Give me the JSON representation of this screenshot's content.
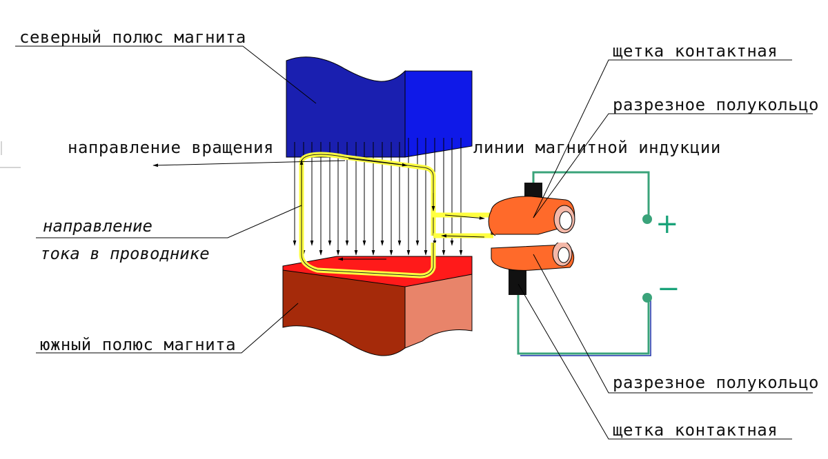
{
  "labels": {
    "north_pole": "северный полюс магнита",
    "rotation_direction": "направление вращения",
    "current_direction_line1": "направление",
    "current_direction_line2": "тока в проводнике",
    "south_pole": "южный полюс магнита",
    "brush_top": "щетка контактная",
    "split_ring_top": "разрезное полукольцо",
    "induction_lines": "линии магнитной индукции",
    "split_ring_bottom": "разрезное полукольцо",
    "brush_bottom": "щетка контактная"
  },
  "terminals": {
    "plus": "+",
    "minus": "−"
  },
  "colors": {
    "north_front": "#1a1fb0",
    "north_side": "#0f19e8",
    "south_top": "#ff1a1a",
    "south_front": "#a52a0a",
    "south_side": "#e8846a",
    "conductor": "#ffff40",
    "ring": "#ff6a2a",
    "ring_inner": "#f4b8a8",
    "brush": "#111111",
    "wire_green": "#3aa37a",
    "wire_blue": "#1a2fa8"
  }
}
